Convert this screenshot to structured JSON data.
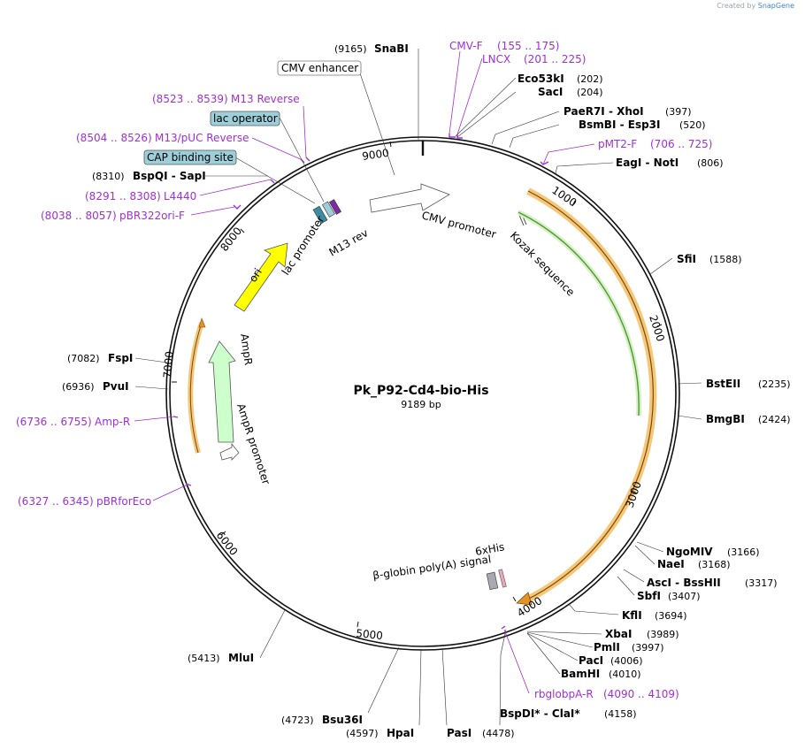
{
  "credit": {
    "prefix": "Created by",
    "brand": "SnapGene"
  },
  "plasmid": {
    "name": "Pk_P92-Cd4-bio-His",
    "length_label": "9189 bp",
    "length": 9189
  },
  "ticks": [
    "1000",
    "2000",
    "3000",
    "4000",
    "5000",
    "6000",
    "7000",
    "8000",
    "9000"
  ],
  "sites": [
    {
      "name": "SnaBI",
      "pos": "(9165)"
    },
    {
      "name": "Eco53kI",
      "pos": "(202)"
    },
    {
      "name": "SacI",
      "pos": "(204)"
    },
    {
      "name": "PaeR7I - XhoI",
      "pos": "(397)"
    },
    {
      "name": "BsmBI - Esp3I",
      "pos": "(520)"
    },
    {
      "name": "EagI - NotI",
      "pos": "(806)"
    },
    {
      "name": "SfiI",
      "pos": "(1588)"
    },
    {
      "name": "BstEII",
      "pos": "(2235)"
    },
    {
      "name": "BmgBI",
      "pos": "(2424)"
    },
    {
      "name": "NgoMIV",
      "pos": "(3166)"
    },
    {
      "name": "NaeI",
      "pos": "(3168)"
    },
    {
      "name": "AscI - BssHII",
      "pos": "(3317)"
    },
    {
      "name": "SbfI",
      "pos": "(3407)"
    },
    {
      "name": "KflI",
      "pos": "(3694)"
    },
    {
      "name": "XbaI",
      "pos": "(3989)"
    },
    {
      "name": "PmlI",
      "pos": "(3997)"
    },
    {
      "name": "PacI",
      "pos": "(4006)"
    },
    {
      "name": "BamHI",
      "pos": "(4010)"
    },
    {
      "name": "BspDI* - ClaI*",
      "pos": "(4158)"
    },
    {
      "name": "PasI",
      "pos": "(4478)"
    },
    {
      "name": "HpaI",
      "pos": "(4597)"
    },
    {
      "name": "Bsu36I",
      "pos": "(4723)"
    },
    {
      "name": "MluI",
      "pos": "(5413)"
    },
    {
      "name": "PvuI",
      "pos": "(6936)"
    },
    {
      "name": "FspI",
      "pos": "(7082)"
    },
    {
      "name": "BspQI - SapI",
      "pos": "(8310)"
    }
  ],
  "primers": [
    {
      "name": "CMV-F",
      "range": "(155 .. 175)"
    },
    {
      "name": "LNCX",
      "range": "(201 .. 225)"
    },
    {
      "name": "pMT2-F",
      "range": "(706 .. 725)"
    },
    {
      "name": "rbglobpA-R",
      "range": "(4090 .. 4109)"
    },
    {
      "name": "pBRforEco",
      "range": "(6327 .. 6345)"
    },
    {
      "name": "Amp-R",
      "range": "(6736 .. 6755)"
    },
    {
      "name": "pBR322ori-F",
      "range": "(8038 .. 8057)"
    },
    {
      "name": "L4440",
      "range": "(8291 .. 8308)"
    },
    {
      "name": "M13/pUC Reverse",
      "range": "(8504 .. 8526)"
    },
    {
      "name": "M13 Reverse",
      "range": "(8523 .. 8539)"
    }
  ],
  "boxed_features": [
    "CMV enhancer",
    "lac operator",
    "CAP binding site"
  ],
  "features": [
    "CMV promoter",
    "Kozak sequence",
    "6xHis",
    "β-globin poly(A) signal",
    "lac promoter",
    "M13 rev",
    "ori",
    "AmpR",
    "AmpR promoter"
  ],
  "colors": {
    "ori": "#ffff00",
    "ampr": "#ccffcc",
    "promoter": "#ffffff",
    "cds_orange": "#f5b642",
    "cds_green": "#4c9a2a",
    "primer": "#a12fd6",
    "box_fill": "#9ccfd9"
  }
}
